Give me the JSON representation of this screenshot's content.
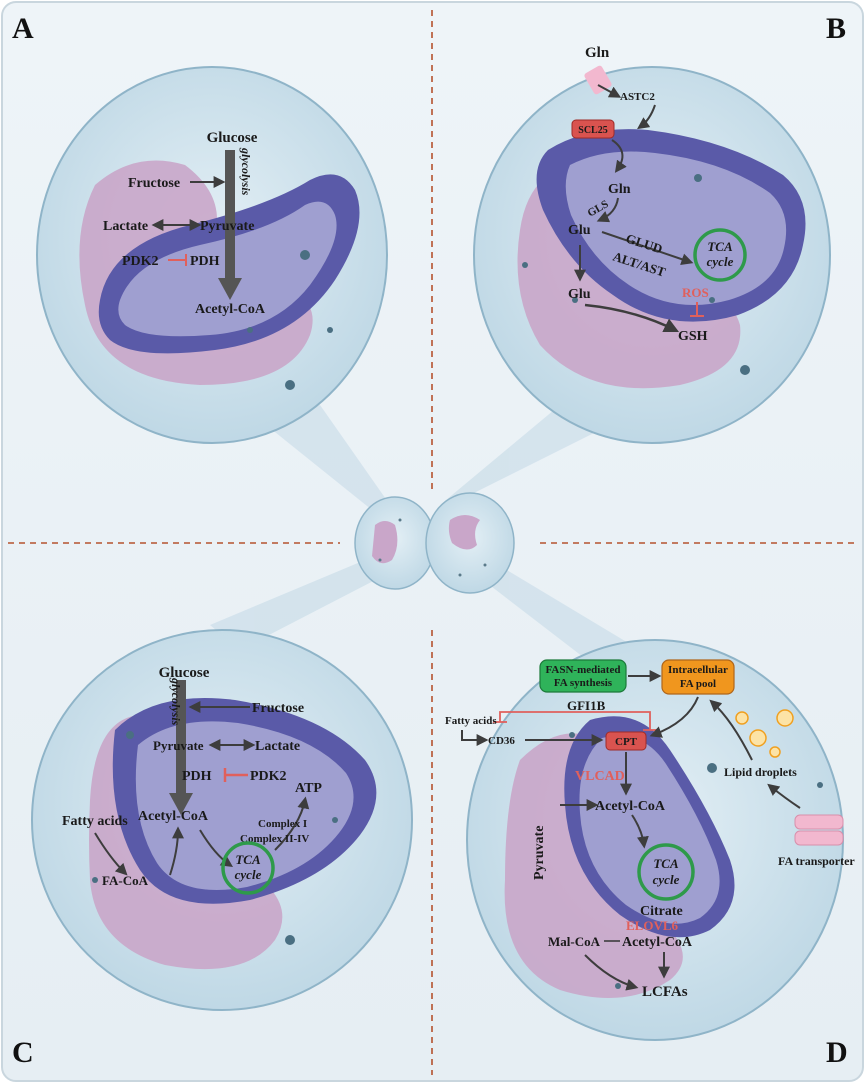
{
  "panels": {
    "a": {
      "letter": "A",
      "glucose": "Glucose",
      "glycolysis": "glycolysis",
      "fructose": "Fructose",
      "lactate": "Lactate",
      "pyruvate": "Pyruvate",
      "pdk2": "PDK2",
      "pdh": "PDH",
      "acetyl_coa": "Acetyl-CoA"
    },
    "b": {
      "letter": "B",
      "gln_top": "Gln",
      "astc2": "ASTC2",
      "scl25": "SCL25",
      "gln_inner": "Gln",
      "gls": "GLS",
      "glu": "Glu",
      "glud": "GLUD",
      "alt_ast": "ALT/AST",
      "tca": "TCA",
      "cycle": "cycle",
      "ros": "ROS",
      "glu2": "Glu",
      "gsh": "GSH"
    },
    "c": {
      "letter": "C",
      "glucose": "Glucose",
      "glycolysis": "glycolysis",
      "fructose": "Fructose",
      "pyruvate": "Pyruvate",
      "lactate": "Lactate",
      "pdh": "PDH",
      "pdk2": "PDK2",
      "atp": "ATP",
      "acetyl_coa": "Acetyl-CoA",
      "complex1": "Complex I",
      "complex2": "Complex II-IV",
      "fatty_acids": "Fatty acids",
      "fa_coa": "FA-CoA",
      "tca": "TCA",
      "cycle": "cycle"
    },
    "d": {
      "letter": "D",
      "fasn1": "FASN-mediated",
      "fasn2": "FA synthesis",
      "pool1": "Intracellular",
      "pool2": "FA pool",
      "gfi1b": "GFI1B",
      "fatty_acids": "Fatty acids",
      "cd36": "CD36",
      "cpt": "CPT",
      "vlcad": "VLCAD",
      "pyruvate": "Pyruvate",
      "acetyl_coa": "Acetyl-CoA",
      "lipid_droplets": "Lipid droplets",
      "fa_transporter": "FA transporter",
      "tca": "TCA",
      "cycle": "cycle",
      "citrate": "Citrate",
      "elovl6": "ELOVL6",
      "mal_coa": "Mal-CoA",
      "acetyl_coa2": "Acetyl-CoA",
      "lcfas": "LCFAs"
    }
  },
  "colors": {
    "cell": "#cfe3ee",
    "cell_stroke": "#8fb4c8",
    "er": "#c9a6c9",
    "mito_outer": "#5a5aa8",
    "mito_inner": "#9f9fd0",
    "arrow": "#3d3d3d",
    "inhibit": "#e0605c",
    "tca_ring": "#2e9a4a",
    "fasn_box": "#2fb35a",
    "pool_box": "#f0961e",
    "scl25_box": "#d9534f",
    "divider": "#b5522e"
  }
}
